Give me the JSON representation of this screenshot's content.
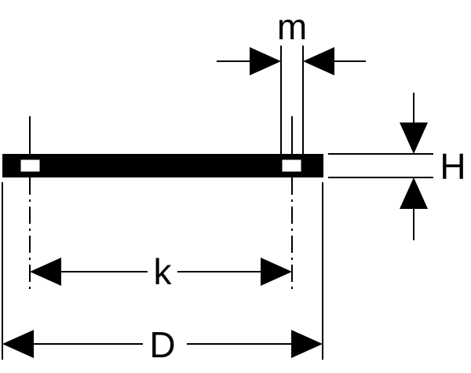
{
  "labels": {
    "m": "m",
    "h": "H",
    "k": "k",
    "d": "D"
  },
  "colors": {
    "ink": "#000000",
    "paper": "#ffffff"
  }
}
